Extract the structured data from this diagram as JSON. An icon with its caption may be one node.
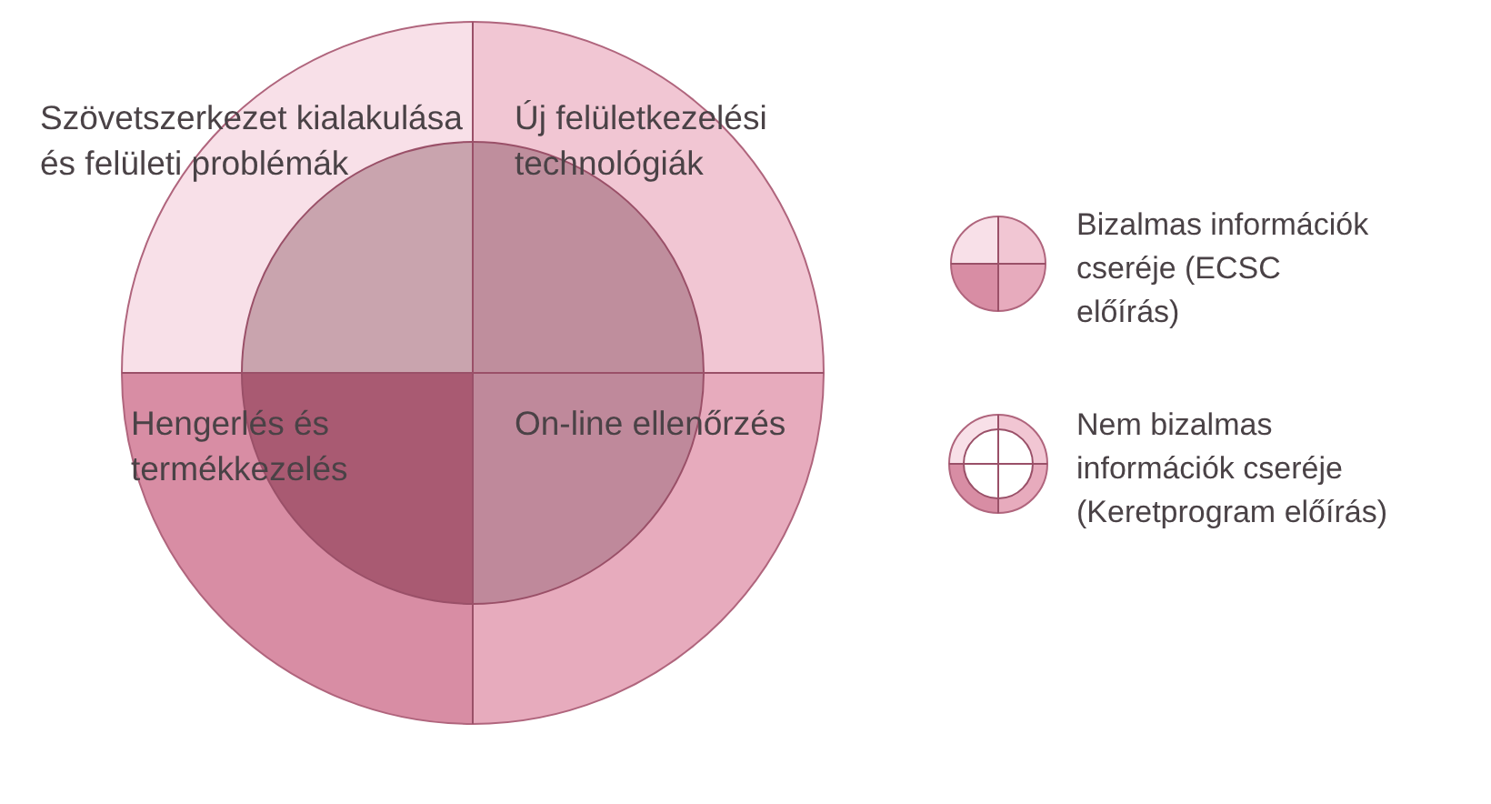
{
  "diagram": {
    "nodes": [
      {
        "text": [
          "Szövetszerkezet kialakulása és felületi problémák"
        ]
      },
      {
        "text": [
          "Új felületkezelési technológiák"
        ]
      },
      {
        "text": [
          "Hengerlés és termékkezelés"
        ]
      },
      {
        "text": [
          "On-line ellenőrzés"
        ]
      }
    ],
    "legend": [
      {
        "text": "Bizalmas információk cseréje (ECSC előírás)"
      },
      {
        "text": "Nem bizalmas információk cseréje (Keretprogram előírás)"
      }
    ]
  }
}
